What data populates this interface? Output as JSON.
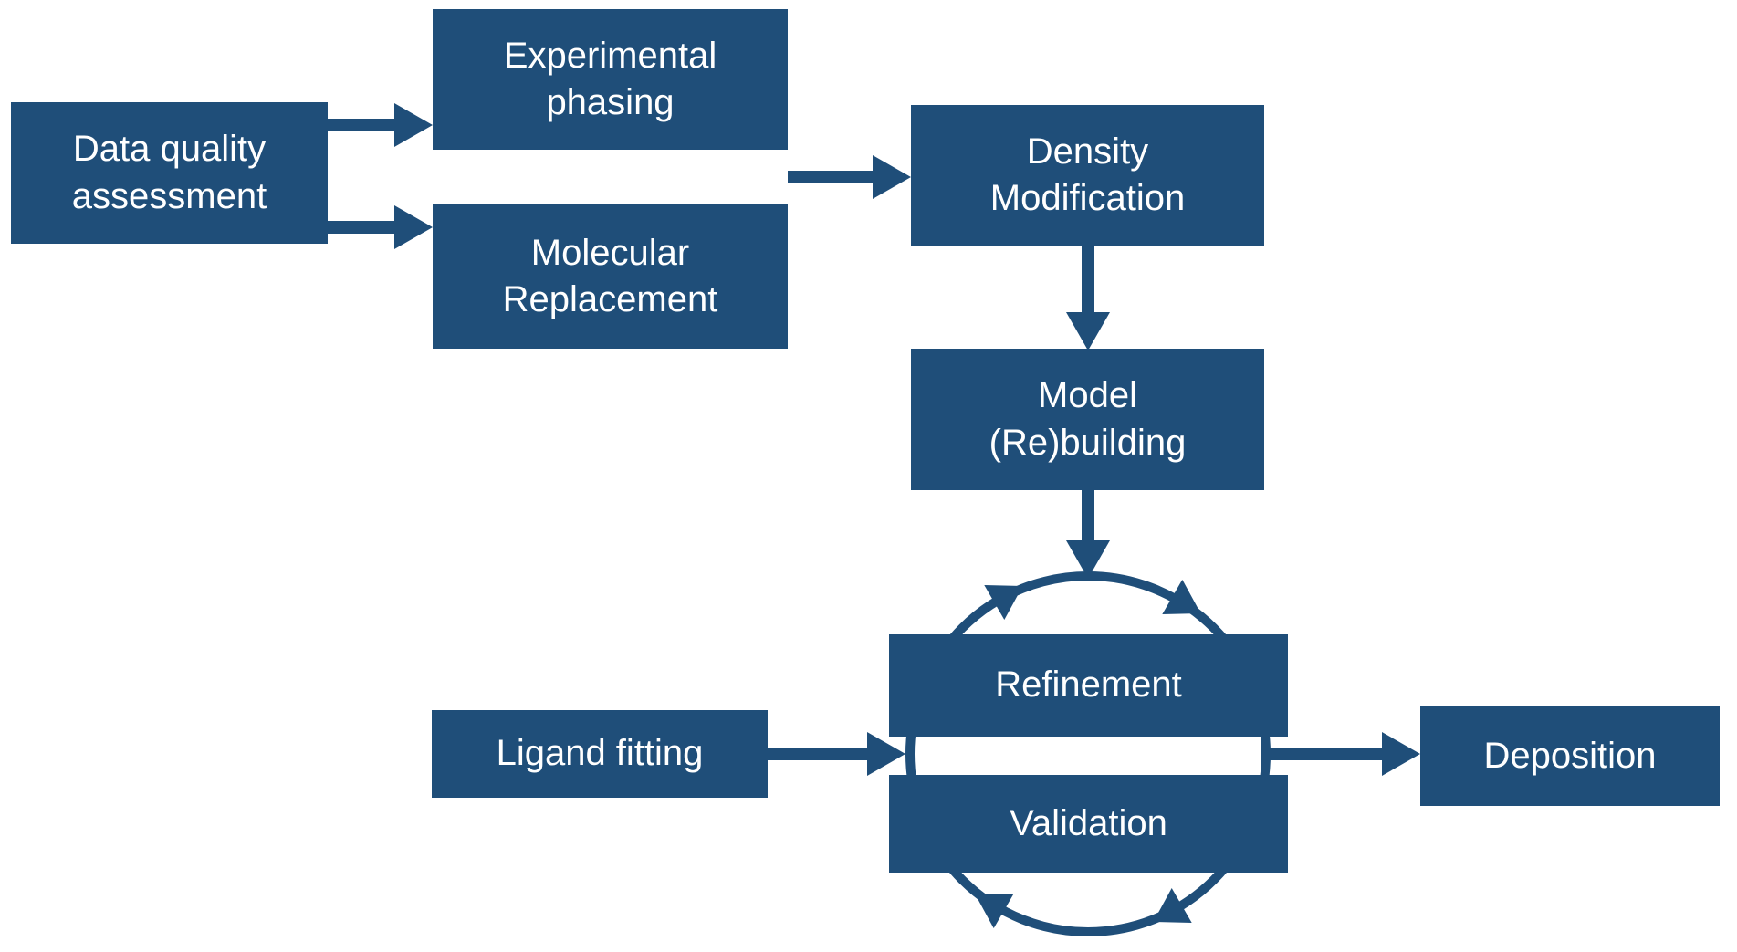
{
  "colors": {
    "node_fill": "#1F4E79",
    "node_text": "#FFFFFF",
    "connector": "#1F4E79",
    "background": "#FFFFFF"
  },
  "nodes": {
    "data_quality_assessment": {
      "label": "Data quality\nassessment"
    },
    "experimental_phasing": {
      "label": "Experimental\nphasing"
    },
    "molecular_replacement": {
      "label": "Molecular\nReplacement"
    },
    "density_modification": {
      "label": "Density\nModification"
    },
    "model_rebuilding": {
      "label": "Model\n(Re)building"
    },
    "refinement": {
      "label": "Refinement"
    },
    "validation": {
      "label": "Validation"
    },
    "ligand_fitting": {
      "label": "Ligand fitting"
    },
    "deposition": {
      "label": "Deposition"
    }
  }
}
